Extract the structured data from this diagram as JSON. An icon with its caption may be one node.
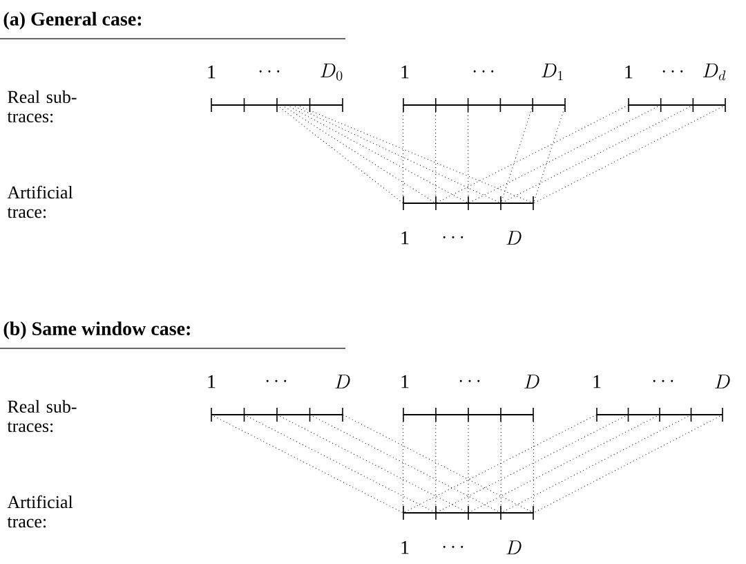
{
  "diagram": {
    "nodes": [
      {
        "text": [],
        "shape": "bar"
      },
      {
        "text": [],
        "shape": "bar"
      },
      {
        "text": [],
        "shape": "bar"
      },
      {
        "text": [],
        "shape": "bar"
      },
      {
        "text": [],
        "shape": "bar"
      },
      {
        "text": [],
        "shape": "bar"
      },
      {
        "text": [],
        "shape": "bar"
      },
      {
        "text": [],
        "shape": "bar"
      }
    ],
    "edges": [
      {
        "from": 0,
        "to": 3,
        "arrow": "none"
      },
      {
        "from": 0,
        "to": 3,
        "arrow": "none"
      },
      {
        "from": 0,
        "to": 3,
        "arrow": "none"
      },
      {
        "from": 0,
        "to": 3,
        "arrow": "none"
      },
      {
        "from": 0,
        "to": 3,
        "arrow": "none"
      },
      {
        "from": 1,
        "to": 3,
        "arrow": "none"
      },
      {
        "from": 1,
        "to": 3,
        "arrow": "none"
      },
      {
        "from": 1,
        "to": 3,
        "arrow": "none"
      },
      {
        "from": 1,
        "to": 3,
        "arrow": "none"
      },
      {
        "from": 1,
        "to": 3,
        "arrow": "none"
      },
      {
        "from": 2,
        "to": 3,
        "arrow": "none"
      },
      {
        "from": 2,
        "to": 3,
        "arrow": "none"
      },
      {
        "from": 2,
        "to": 3,
        "arrow": "none"
      },
      {
        "from": 2,
        "to": 3,
        "arrow": "none"
      },
      {
        "from": 4,
        "to": 7,
        "arrow": "none"
      },
      {
        "from": 4,
        "to": 7,
        "arrow": "none"
      },
      {
        "from": 4,
        "to": 7,
        "arrow": "none"
      },
      {
        "from": 4,
        "to": 7,
        "arrow": "none"
      },
      {
        "from": 4,
        "to": 7,
        "arrow": "none"
      },
      {
        "from": 5,
        "to": 7,
        "arrow": "none"
      },
      {
        "from": 5,
        "to": 7,
        "arrow": "none"
      },
      {
        "from": 5,
        "to": 7,
        "arrow": "none"
      },
      {
        "from": 5,
        "to": 7,
        "arrow": "none"
      },
      {
        "from": 5,
        "to": 7,
        "arrow": "none"
      },
      {
        "from": 6,
        "to": 7,
        "arrow": "none"
      },
      {
        "from": 6,
        "to": 7,
        "arrow": "none"
      },
      {
        "from": 6,
        "to": 7,
        "arrow": "none"
      },
      {
        "from": 6,
        "to": 7,
        "arrow": "none"
      },
      {
        "from": 6,
        "to": 7,
        "arrow": "none"
      }
    ],
    "labels": [
      "(a) General case:",
      "1",
      "\\cdots",
      "D_0",
      "1",
      "\\cdots",
      "D_1",
      "1",
      "\\cdots",
      "D_d",
      "Real sub-traces:",
      "Artificial trace:",
      "1",
      "\\cdots",
      "D",
      "(b) Same window case:",
      "1",
      "\\cdots",
      "D",
      "1",
      "\\cdots",
      "D",
      "1",
      "\\cdots",
      "D",
      "Real sub-traces:",
      "Artificial trace:",
      "1",
      "\\cdots",
      "D"
    ]
  }
}
